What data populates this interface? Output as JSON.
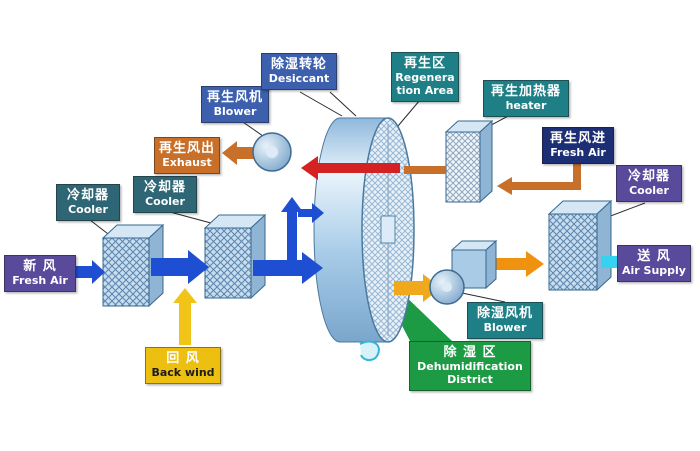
{
  "labels": {
    "fresh_air_in": {
      "zh": "新 风",
      "en": "Fresh Air",
      "bg": "#5a4a9c",
      "fg": "#ffffff"
    },
    "cooler1": {
      "zh": "冷却器",
      "en": "Cooler",
      "bg": "#2e6676",
      "fg": "#ffffff"
    },
    "cooler2": {
      "zh": "冷却器",
      "en": "Cooler",
      "bg": "#2e6676",
      "fg": "#ffffff"
    },
    "regen_blower": {
      "zh": "再生风机",
      "en": "Blower",
      "bg": "#3c5fae",
      "fg": "#ffffff"
    },
    "exhaust": {
      "zh": "再生风出",
      "en": "Exhaust",
      "bg": "#c8702a",
      "fg": "#ffffff"
    },
    "desiccant": {
      "zh": "除湿转轮",
      "en": "Desiccant",
      "bg": "#3c5fae",
      "fg": "#ffffff"
    },
    "regen_area": {
      "zh": "再生区",
      "en": "Regeneration Area",
      "bg": "#1f7f86",
      "fg": "#ffffff"
    },
    "heater": {
      "zh": "再生加热器",
      "en": "heater",
      "bg": "#1f7f86",
      "fg": "#ffffff"
    },
    "regen_fresh_air": {
      "zh": "再生风进",
      "en": "Fresh Air",
      "bg": "#1d2f74",
      "fg": "#ffffff"
    },
    "cooler3": {
      "zh": "冷却器",
      "en": "Cooler",
      "bg": "#5a4a9c",
      "fg": "#ffffff"
    },
    "air_supply": {
      "zh": "送 风",
      "en": "Air Supply",
      "bg": "#5a4a9c",
      "fg": "#ffffff"
    },
    "dehumid_blower": {
      "zh": "除湿风机",
      "en": "Blower",
      "bg": "#1f7f86",
      "fg": "#ffffff"
    },
    "back_wind": {
      "zh": "回 风",
      "en": "Back wind",
      "bg": "#edbf10",
      "fg": "#ffffff",
      "fg_en": "#1c1c1c"
    },
    "dehumid_district": {
      "zh": "除 湿 区",
      "en": "Dehumidification District",
      "bg": "#1c9a44",
      "fg": "#ffffff"
    }
  },
  "colors": {
    "arrow_blue": "#1e4fd2",
    "arrow_yellow": "#f0c419",
    "arrow_orange": "#c8702a",
    "arrow_orange_bright": "#ef9210",
    "arrow_gold": "#f0a81c",
    "arrow_red": "#d42222",
    "arrow_cyan": "#35d2f2",
    "wedge_green": "#1c9a44",
    "cooler_face": "#c6dcef",
    "wheel_face": "#e9f1f9",
    "heater_face": "#f2f6fa"
  }
}
